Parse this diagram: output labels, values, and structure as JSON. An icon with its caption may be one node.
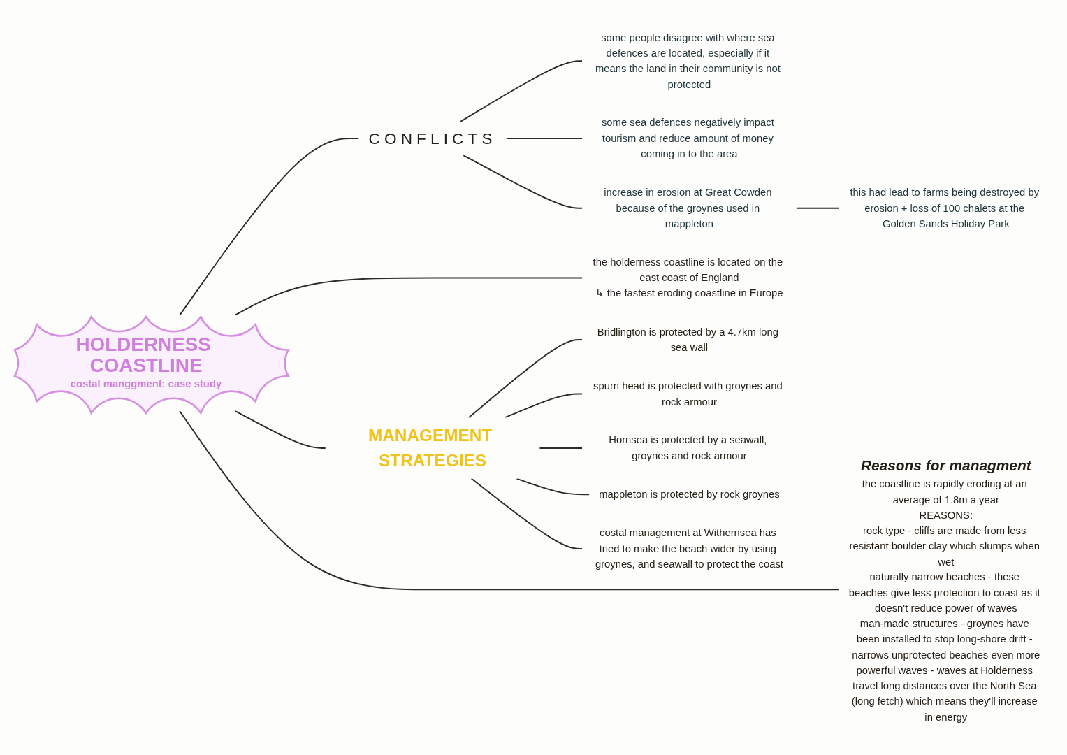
{
  "diagram": {
    "nodes": [
      {
        "text": [
          "HOLDERNESS COASTLINE",
          "costal manggment: case study"
        ]
      },
      {
        "text": [
          "CONFLICTS"
        ]
      },
      {
        "text": [
          "some people disagree with where sea defences are located, especially if it means the land in their community is not protected"
        ]
      },
      {
        "text": [
          "some sea defences negatively impact tourism and reduce amount of money coming in to the area"
        ]
      },
      {
        "text": [
          "increase in erosion at Great Cowden because of the groynes used in mappleton"
        ]
      },
      {
        "text": [
          "this had lead to farms being destroyed by erosion + loss of 100 chalets at the Golden Sands Holiday Park"
        ]
      },
      {
        "text": [
          "the holderness coastline is located on the east coast of England",
          "↳ the fastest eroding coastline in Europe"
        ]
      },
      {
        "text": [
          "Reasons for managment",
          "the coastline is rapidly eroding at an average of 1.8m a year",
          "REASONS:",
          "rock type - cliffs are made from less resistant boulder clay which slumps when wet",
          "naturally narrow beaches - these beaches give less protection to coast as it doesn't reduce power of waves",
          "man-made structures - groynes have been installed to stop long-shore drift - narrows unprotected beaches even more",
          "powerful waves - waves at Holderness travel long distances over the North Sea (long fetch) which means they'll increase in energy"
        ]
      },
      {
        "text": [
          "MANAGEMENT STRATEGIES"
        ]
      },
      {
        "text": [
          "Bridlington is protected by a 4.7km long sea wall"
        ]
      },
      {
        "text": [
          "spurn head is protected with groynes and rock armour"
        ]
      },
      {
        "text": [
          "Hornsea is protected by a seawall, groynes and rock armour"
        ]
      },
      {
        "text": [
          "mappleton is protected by rock groynes"
        ]
      },
      {
        "text": [
          "costal management at Withernsea has tried to make the beach wider by using groynes, and seawall to protect the coast"
        ]
      }
    ],
    "edges": [
      {
        "from": 0,
        "to": 1,
        "arrow": "none"
      },
      {
        "from": 1,
        "to": 2,
        "arrow": "none"
      },
      {
        "from": 1,
        "to": 3,
        "arrow": "none"
      },
      {
        "from": 1,
        "to": 4,
        "arrow": "none"
      },
      {
        "from": 4,
        "to": 5,
        "arrow": "none"
      },
      {
        "from": 0,
        "to": 6,
        "arrow": "none"
      },
      {
        "from": 0,
        "to": 7,
        "arrow": "none"
      },
      {
        "from": 0,
        "to": 8,
        "arrow": "none"
      },
      {
        "from": 8,
        "to": 9,
        "arrow": "none"
      },
      {
        "from": 8,
        "to": 10,
        "arrow": "none"
      },
      {
        "from": 8,
        "to": 11,
        "arrow": "none"
      },
      {
        "from": 8,
        "to": 12,
        "arrow": "none"
      },
      {
        "from": 8,
        "to": 13,
        "arrow": "none"
      }
    ]
  }
}
